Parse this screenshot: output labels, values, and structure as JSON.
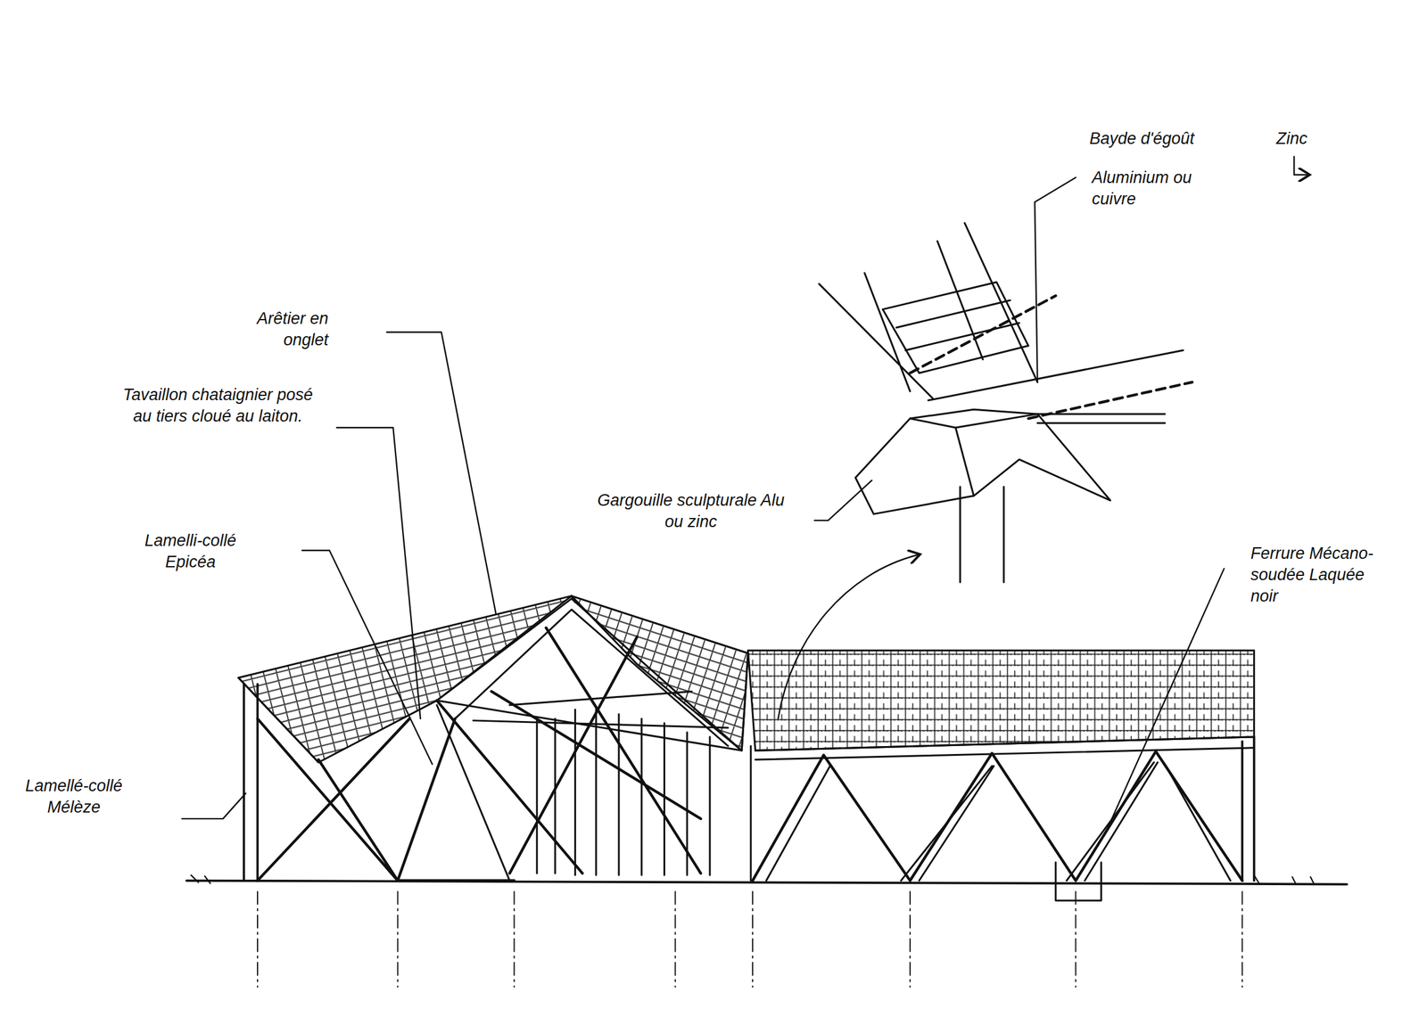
{
  "diagram": {
    "labels": [
      "Bayde d'égoût",
      "Zinc",
      "Aluminium ou cuivre",
      "Arêtier en onglet",
      "Tavaillon chataignier posé au tiers cloué au laiton.",
      "Lamelli-collé Epicéa",
      "Gargouille sculpturale Alu ou zinc",
      "Ferrure Mécano-soudée Laquée noir",
      "Lamellé-collé Mélèze"
    ]
  }
}
